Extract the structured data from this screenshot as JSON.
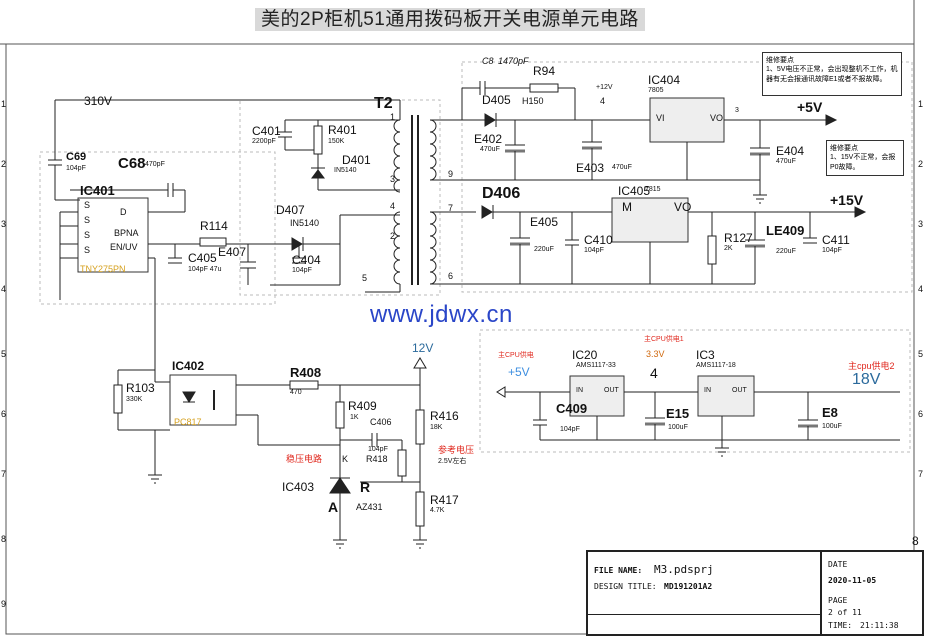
{
  "title": "美的2P柜机51通用拨码板开关电源单元电路",
  "website": "www.jdwx.cn",
  "border": {
    "right_numbers": [
      "1",
      "2",
      "3",
      "4",
      "5",
      "6",
      "7",
      "8",
      "9"
    ],
    "left_numbers": [
      "1",
      "2",
      "3",
      "4",
      "5",
      "6",
      "7",
      "8",
      "9"
    ]
  },
  "components": {
    "input_voltage": "310V",
    "c69": "C69",
    "c69_value": "104pF",
    "c68": "C68",
    "c68_value": "470pF",
    "ic401": "IC401",
    "ic401_part": "TNY275PN",
    "ic401_pins": {
      "s1": "S",
      "s2": "S",
      "s3": "S",
      "s4": "S",
      "bpna": "BPNA",
      "enuv": "EN/UV",
      "d": "D"
    },
    "r114": "R114",
    "e407": "E407",
    "c405": "C405",
    "c405_value": "104pF 47u",
    "d407": "D407",
    "d407_part": "IN5140",
    "c404": "C404",
    "c404_value": "104pF",
    "c401": "C401",
    "c401_value": "2200pF",
    "r401": "R401",
    "r401_value": "150K",
    "d401": "D401",
    "d401_part": "IN5140",
    "t2": "T2",
    "t2_pins": {
      "p1": "1",
      "p2": "2",
      "p3": "3",
      "p4": "4",
      "p5": "5",
      "p6": "6",
      "p7": "7",
      "p9": "9"
    },
    "c8": "C8",
    "c8_value": "1470pF",
    "r94": "R94",
    "d405": "D405",
    "d405_part": "H150",
    "e402": "E402",
    "e402_value": "470uF",
    "e403": "E403",
    "e403_value": "470uF",
    "plus12v": "+12V",
    "node4": "4",
    "ic404": "IC404",
    "ic404_part": "7805",
    "ic404_vi": "VI",
    "ic404_vo": "VO",
    "ic404_pin3": "3",
    "plus5v": "+5V",
    "e404": "E404",
    "e404_value": "470uF",
    "d406": "D406",
    "e405": "E405",
    "e405_value": "220uF",
    "c410": "C410",
    "c410_value": "104pF",
    "ic405": "IC405",
    "ic405_part": "7815",
    "ic405_m": "M",
    "ic405_vo": "VO",
    "r127": "R127",
    "r127_value": "2K",
    "le409": "LE409",
    "le409_value": "220uF",
    "c411": "C411",
    "c411_value": "104pF",
    "plus15v": "+15V",
    "ic402": "IC402",
    "ic402_part": "PC817",
    "r103": "R103",
    "r103_value": "330K",
    "r408": "R408",
    "r408_value": "470",
    "v12": "12V",
    "r409": "R409",
    "r409_value": "1K",
    "c406": "C406",
    "c406_value": "104pF",
    "r418": "R418",
    "r416": "R416",
    "r416_value": "18K",
    "r417": "R417",
    "r417_value": "4.7K",
    "ic403": "IC403",
    "ic403_part": "AZ431",
    "ic403_k": "K",
    "ic403_r": "R",
    "ic403_a": "A",
    "ic20": "IC20",
    "ic20_part": "AMS1117-33",
    "ic20_in": "IN",
    "ic20_out": "OUT",
    "c409": "C409",
    "c409_value": "104pF",
    "e15": "E15",
    "e15_value": "100uF",
    "v33": "3.3V",
    "ic3": "IC3",
    "ic3_part": "AMS1117-18",
    "ic3_in": "IN",
    "ic3_out": "OUT",
    "e8": "E8",
    "e8_value": "100uF",
    "v18": "18V",
    "plus5v_blue": "+5V"
  },
  "annotations": {
    "regulator_circuit": "稳压电路",
    "reference_voltage": "参考电压",
    "reference_voltage_value": "2.5V左右",
    "cpu_supply_5v": "主CPU供电",
    "cpu_supply_1": "主CPU供电1",
    "cpu_supply_2": "主cpu供电2",
    "repair_note_1_title": "维修要点",
    "repair_note_1_body": "1、5V电压不正常，会出现整机不工作，机器有无会报通讯故障E1或者不报故障。",
    "repair_note_2_title": "维修要点",
    "repair_note_2_body": "1、15V不正常，会报P0故障。"
  },
  "title_block": {
    "file_name_label": "FILE NAME:",
    "file_name": "M3.pdsprj",
    "design_title_label": "DESIGN TITLE:",
    "design_title": "MD191201A2",
    "date_label": "DATE",
    "date": "2020-11-05",
    "page_label": "PAGE",
    "page": "2 of 11",
    "time_label": "TIME:",
    "time": "21:11:38"
  }
}
